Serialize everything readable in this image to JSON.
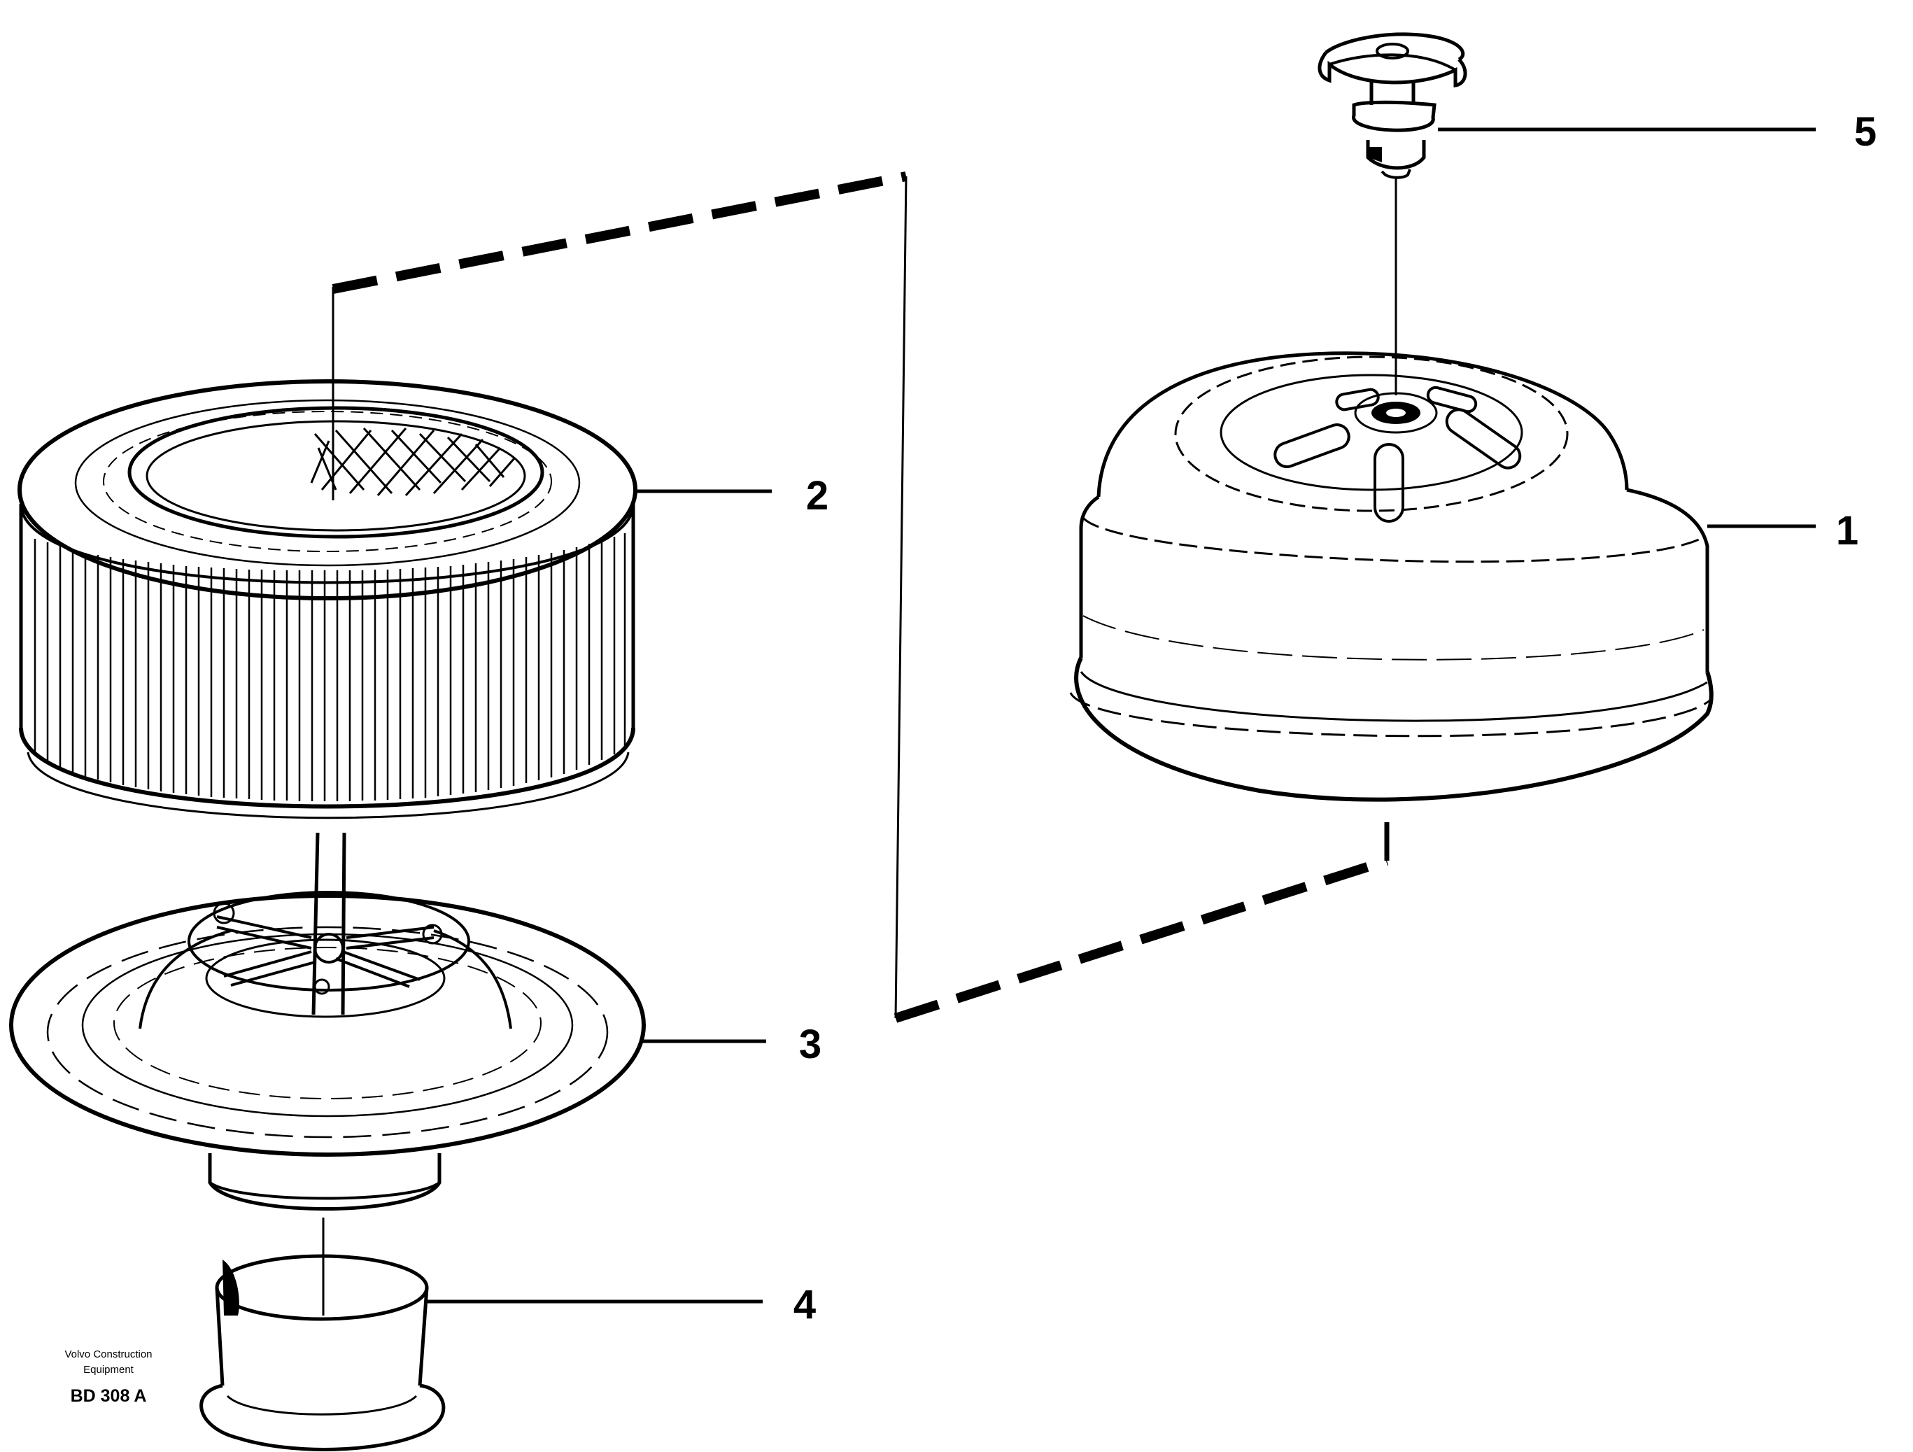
{
  "callouts": [
    {
      "id": "1",
      "label": "1"
    },
    {
      "id": "2",
      "label": "2"
    },
    {
      "id": "3",
      "label": "3"
    },
    {
      "id": "4",
      "label": "4"
    },
    {
      "id": "5",
      "label": "5"
    }
  ],
  "credit": {
    "line1": "Volvo Construction",
    "line2": "Equipment"
  },
  "drawing_id": "BD 308 A"
}
